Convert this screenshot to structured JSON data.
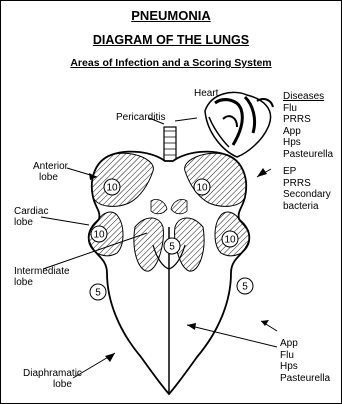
{
  "title": "PNEUMONIA",
  "subtitle": "DIAGRAM OF THE LUNGS",
  "subheading": "Areas of Infection and a Scoring System",
  "labels": {
    "heart": "Heart",
    "pericarditis": "Pericarditis",
    "anterior": [
      "Anterior",
      "lobe"
    ],
    "cardiac": [
      "Cardiac",
      "lobe"
    ],
    "intermediate": [
      "Intermediate",
      "lobe"
    ],
    "diaphramatic": [
      "Diaphramatic",
      "lobe"
    ]
  },
  "diseases_heading": "Diseases",
  "diseases_list": [
    "Flu",
    "PRRS",
    "App",
    "Hps",
    "Pasteurella"
  ],
  "ep_list": [
    "EP",
    "PRRS",
    "Secondary",
    "bacteria"
  ],
  "app_list": [
    "App",
    "Flu",
    "Hps",
    "Pasteurella"
  ],
  "scores": {
    "anterior_left": "10",
    "anterior_right": "10",
    "cardiac_left": "10",
    "cardiac_right": "10",
    "intermediate": "5",
    "diaphragmatic_left": "5",
    "diaphragmatic_right": "5"
  }
}
